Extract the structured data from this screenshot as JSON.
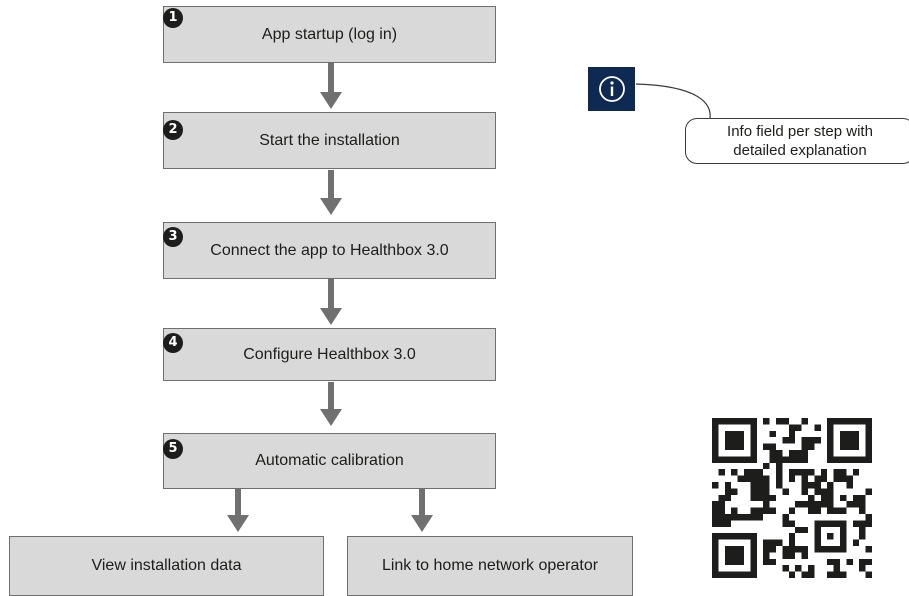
{
  "steps": [
    {
      "number": "1",
      "label": "App startup (log in)"
    },
    {
      "number": "2",
      "label": "Start the installation"
    },
    {
      "number": "3",
      "label": "Connect the app to Healthbox 3.0"
    },
    {
      "number": "4",
      "label": "Configure Healthbox 3.0"
    },
    {
      "number": "5",
      "label": "Automatic calibration"
    }
  ],
  "outcomes": [
    {
      "label": "View installation data"
    },
    {
      "label": "Link to home network operator"
    }
  ],
  "info": {
    "icon": "info-circle-icon",
    "callout_line1": "Info field per step with",
    "callout_line2": "detailed explanation"
  },
  "colors": {
    "box_fill": "#d9d9d9",
    "box_border": "#6f6f6f",
    "arrow": "#707070",
    "badge": "#1d1d1b",
    "info_icon_bg": "#0f2a52"
  },
  "qr_code": {
    "icon": "qr-code-icon"
  }
}
